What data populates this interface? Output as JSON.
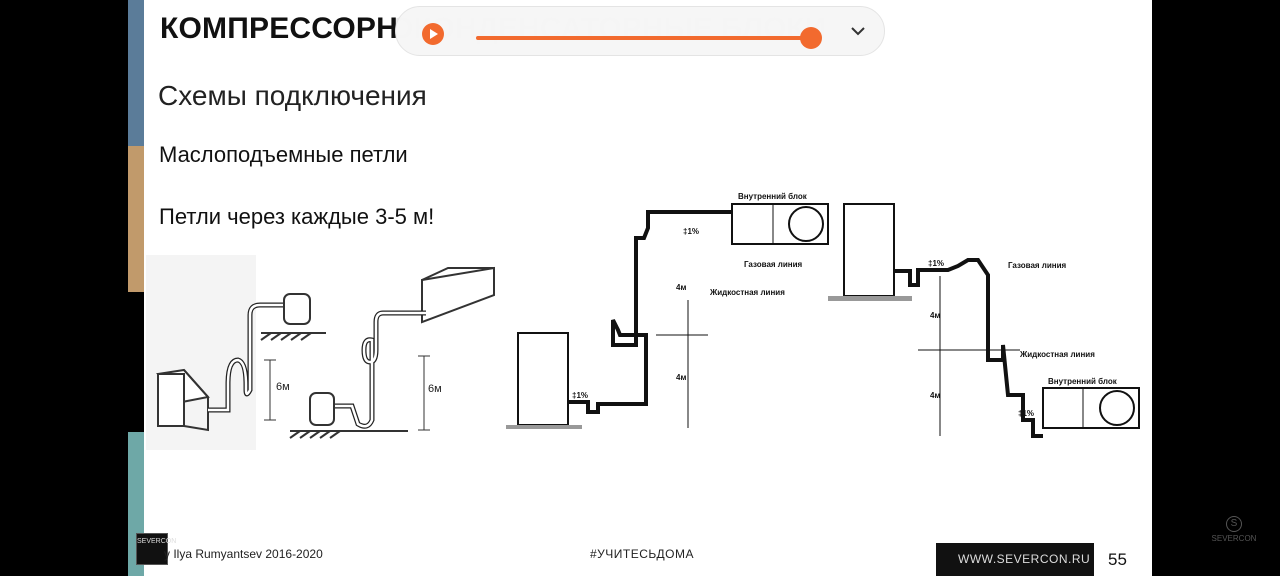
{
  "slide": {
    "title": "КОМПРЕССОРНО-КОНДЕНСАТОРНЫЕ БЛОКИ",
    "title_visible": "КОМПРЕССОРН",
    "subtitle": "Схемы подключения",
    "line1": "Маслоподъемные петли",
    "line2": "Петли через каждые 3-5 м!",
    "footer": {
      "logo": "SEVERCON",
      "author": "y  Ilya Rumyantsev   2016-2020",
      "hashtag": "#УЧИТЕСЬДОМА",
      "site": "WWW.SEVERCON.RU",
      "page": "55"
    }
  },
  "diagram_labels": {
    "left_dim1": "6м",
    "left_dim2": "6м",
    "mid_indoor": "Внутренний блок",
    "mid_slope": "‡1%",
    "mid_gas": "Газовая линия",
    "mid_liquid": "Жидкостная линия",
    "mid_h1": "4м",
    "mid_h2": "4м",
    "mid_slope2": "‡1%",
    "right_slope": "‡1%",
    "right_gas": "Газовая линия",
    "right_liquid": "Жидкостная линия",
    "right_indoor": "Внутренний блок",
    "right_h1": "4м",
    "right_h2": "4м",
    "right_slope2": "‡1%"
  },
  "player": {
    "progress": 0.94
  },
  "watermark": {
    "text": "SEVERCON"
  },
  "colors": {
    "accent": "#f26a2e",
    "stripe_blue": "#5b7c99",
    "stripe_tan": "#c19a6b",
    "stripe_teal": "#6ea8a7"
  }
}
